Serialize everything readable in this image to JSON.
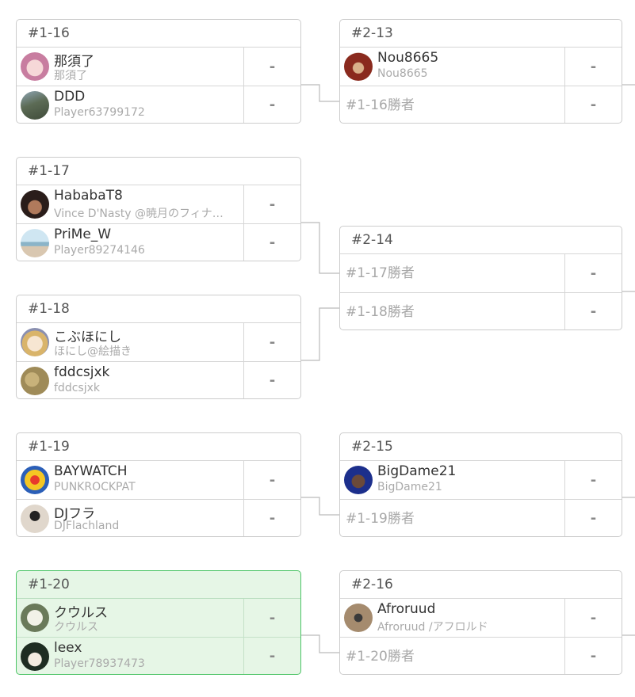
{
  "matches": {
    "m1_16": {
      "id": "#1-16",
      "p1": {
        "name": "那須了",
        "sub": "那須了",
        "score": "-"
      },
      "p2": {
        "name": "DDD",
        "sub": "Player63799172",
        "score": "-"
      }
    },
    "m1_17": {
      "id": "#1-17",
      "p1": {
        "name": "HababaT8",
        "sub": "Vince D'Nasty @暁月のフィナ…",
        "score": "-"
      },
      "p2": {
        "name": "PriMe_W",
        "sub": "Player89274146",
        "score": "-"
      }
    },
    "m1_18": {
      "id": "#1-18",
      "p1": {
        "name": "こぶほにし",
        "sub": "ほにし@絵描き",
        "score": "-"
      },
      "p2": {
        "name": "fddcsjxk",
        "sub": "fddcsjxk",
        "score": "-"
      }
    },
    "m1_19": {
      "id": "#1-19",
      "p1": {
        "name": "BAYWATCH",
        "sub": "PUNKROCKPAT",
        "score": "-"
      },
      "p2": {
        "name": "DJフラ",
        "sub": "DJFlachland",
        "score": "-"
      }
    },
    "m1_20": {
      "id": "#1-20",
      "p1": {
        "name": "クウルス",
        "sub": "クウルス",
        "score": "-"
      },
      "p2": {
        "name": "leex",
        "sub": "Player78937473",
        "score": "-"
      }
    },
    "m2_13": {
      "id": "#2-13",
      "p1": {
        "name": "Nou8665",
        "sub": "Nou8665",
        "score": "-"
      },
      "p2": {
        "placeholder": "#1-16勝者",
        "score": "-"
      }
    },
    "m2_14": {
      "id": "#2-14",
      "p1": {
        "placeholder": "#1-17勝者",
        "score": "-"
      },
      "p2": {
        "placeholder": "#1-18勝者",
        "score": "-"
      }
    },
    "m2_15": {
      "id": "#2-15",
      "p1": {
        "name": "BigDame21",
        "sub": "BigDame21",
        "score": "-"
      },
      "p2": {
        "placeholder": "#1-19勝者",
        "score": "-"
      }
    },
    "m2_16": {
      "id": "#2-16",
      "p1": {
        "name": "Afroruud",
        "sub": "Afroruud /アフロルド",
        "score": "-"
      },
      "p2": {
        "placeholder": "#1-20勝者",
        "score": "-"
      }
    }
  },
  "theme": {
    "highlight_border": "#4cc466",
    "highlight_background": "#e6f6e6",
    "connector_color": "#bbbbbb"
  }
}
